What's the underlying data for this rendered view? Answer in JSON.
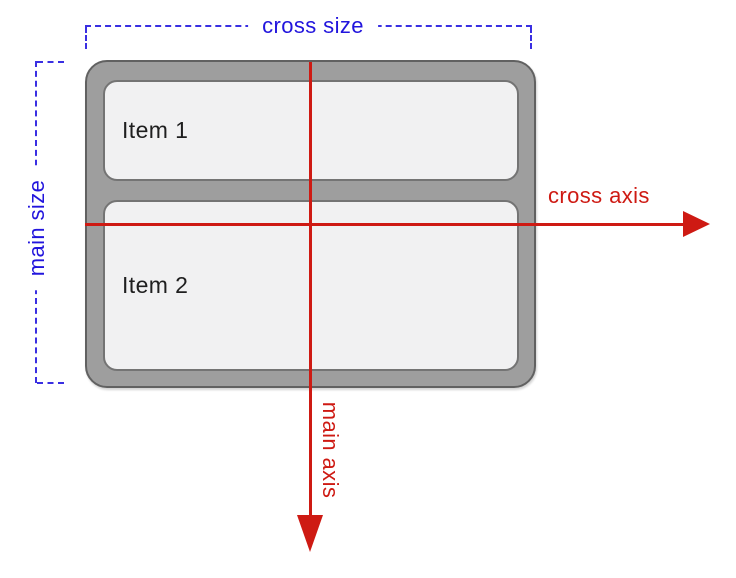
{
  "diagram": {
    "container": {
      "items": [
        {
          "label": "Item 1"
        },
        {
          "label": "Item 2"
        }
      ]
    },
    "annotations": {
      "cross_size_label": "cross size",
      "main_size_label": "main size",
      "cross_axis_label": "cross axis",
      "main_axis_label": "main axis"
    },
    "colors": {
      "size_annotation_blue": "#2215dd",
      "axis_annotation_red": "#ce1a13",
      "container_fill": "#9e9e9e",
      "container_stroke": "#616161",
      "item_fill": "#f1f1f2",
      "item_stroke": "#747474",
      "item_text": "#1f1f1f",
      "background": "#ffffff"
    }
  }
}
